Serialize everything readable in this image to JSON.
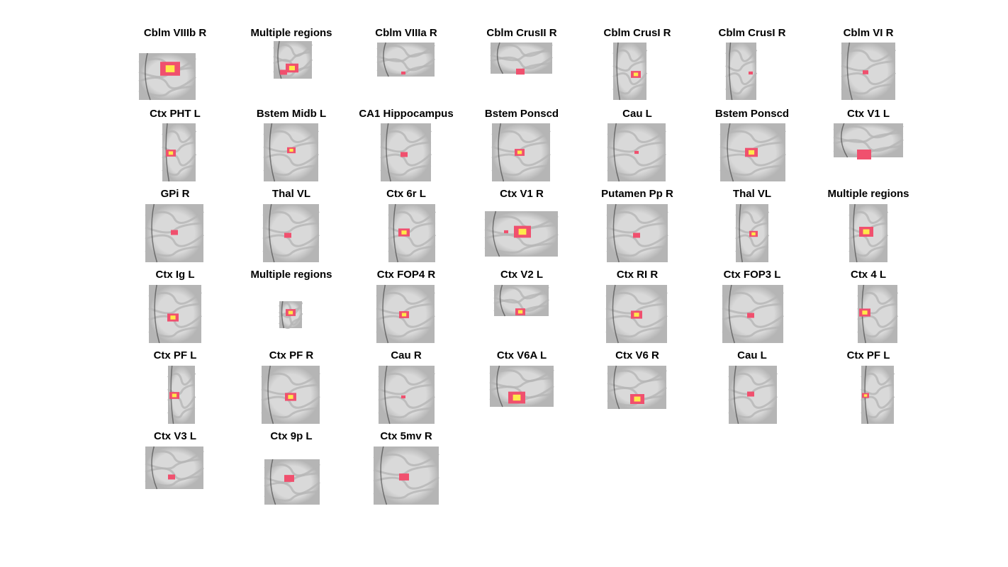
{
  "figure": {
    "panels": [
      {
        "title": "Cblm VIIIb R"
      },
      {
        "title": "Multiple regions"
      },
      {
        "title": "Cblm VIIIa R"
      },
      {
        "title": "Cblm CrusII R"
      },
      {
        "title": "Cblm CrusI R"
      },
      {
        "title": "Cblm CrusI R"
      },
      {
        "title": "Cblm VI R"
      },
      {
        "title": "Ctx PHT L"
      },
      {
        "title": "Bstem Midb L"
      },
      {
        "title": "CA1 Hippocampus"
      },
      {
        "title": "Bstem Ponscd"
      },
      {
        "title": "Cau L"
      },
      {
        "title": "Bstem Ponscd"
      },
      {
        "title": "Ctx V1 L"
      },
      {
        "title": "GPi R"
      },
      {
        "title": "Thal VL"
      },
      {
        "title": "Ctx 6r L"
      },
      {
        "title": "Ctx V1 R"
      },
      {
        "title": "Putamen Pp R"
      },
      {
        "title": "Thal VL"
      },
      {
        "title": "Multiple regions"
      },
      {
        "title": "Ctx Ig L"
      },
      {
        "title": "Multiple regions"
      },
      {
        "title": "Ctx FOP4 R"
      },
      {
        "title": "Ctx V2 L"
      },
      {
        "title": "Ctx RI R"
      },
      {
        "title": "Ctx FOP3 L"
      },
      {
        "title": "Ctx 4 L"
      },
      {
        "title": "Ctx PF L"
      },
      {
        "title": "Ctx PF R"
      },
      {
        "title": "Cau R"
      },
      {
        "title": "Ctx V6A L"
      },
      {
        "title": "Ctx V6 R"
      },
      {
        "title": "Cau L"
      },
      {
        "title": "Ctx PF L"
      },
      {
        "title": "Ctx V3 L"
      },
      {
        "title": "Ctx 9p L"
      },
      {
        "title": "Ctx 5mv R"
      }
    ]
  },
  "colors": {
    "background": "#ffffff",
    "tissue_light": "#d9d9d9",
    "tissue_mid": "#b5b5b5",
    "tissue_dark": "#3a3a3a",
    "overlay_red": "#f0506e",
    "overlay_yellow": "#ffe94a"
  }
}
